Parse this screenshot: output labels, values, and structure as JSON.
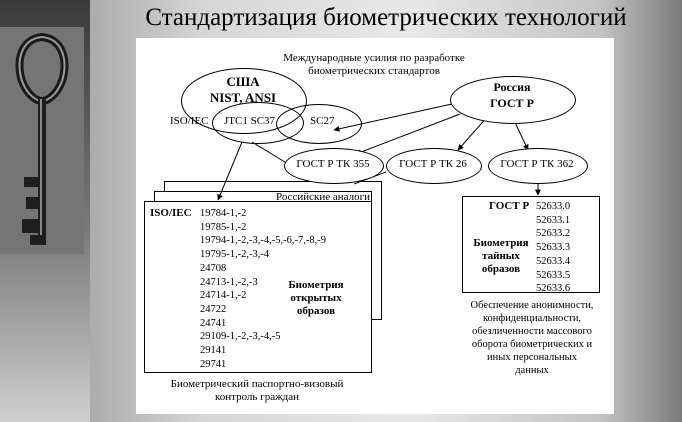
{
  "slide": {
    "title": "Стандартизация биометрических технологий"
  },
  "diagram": {
    "top_caption": [
      "Международные усилия по разработке",
      "биометрических стандартов"
    ],
    "usa": {
      "line1": "США",
      "line2": "NIST, ANSI"
    },
    "iso_iec_label": "ISO/IEC",
    "jtc1_label": "JTC1 SC37",
    "sc27_label": "SC27",
    "russia": {
      "line1": "Россия",
      "line2": "ГОСТ Р"
    },
    "tk355": "ГОСТ Р ТК 355",
    "tk26": "ГОСТ Р ТК 26",
    "tk362": "ГОСТ Р ТК 362",
    "russian_analogs": "Российские аналоги",
    "left_box": {
      "heading": "ISO/IEC",
      "standards": [
        "19784-1,-2",
        "19785-1,-2",
        "19794-1,-2,-3,-4,-5,-6,-7,-8,-9",
        "19795-1,-2,-3,-4",
        "24708",
        "24713-1,-2,-3",
        "24714-1,-2",
        "24722",
        "24741",
        "29109-1,-2,-3,-4,-5",
        "29141",
        "29741"
      ],
      "side_label": [
        "Биометрия",
        "открытых",
        "образов"
      ],
      "caption": [
        "Биометрический паспортно-визовый",
        "контроль граждан"
      ]
    },
    "right_box": {
      "heading": "ГОСТ Р",
      "standards": [
        "52633.0",
        "52633.1",
        "52633.2",
        "52633.3",
        "52633.4",
        "52633.5",
        "52633.6"
      ],
      "side_label": [
        "Биометрия",
        "тайных",
        "образов"
      ],
      "caption": [
        "Обеспечение анонимности,",
        "конфиденциальности,",
        "обезличенности массового",
        "оборота биометрических и",
        "иных персональных",
        "данных"
      ]
    }
  },
  "colors": {
    "background_gray": "#808080",
    "panel": "#ffffff",
    "ink": "#000000"
  }
}
